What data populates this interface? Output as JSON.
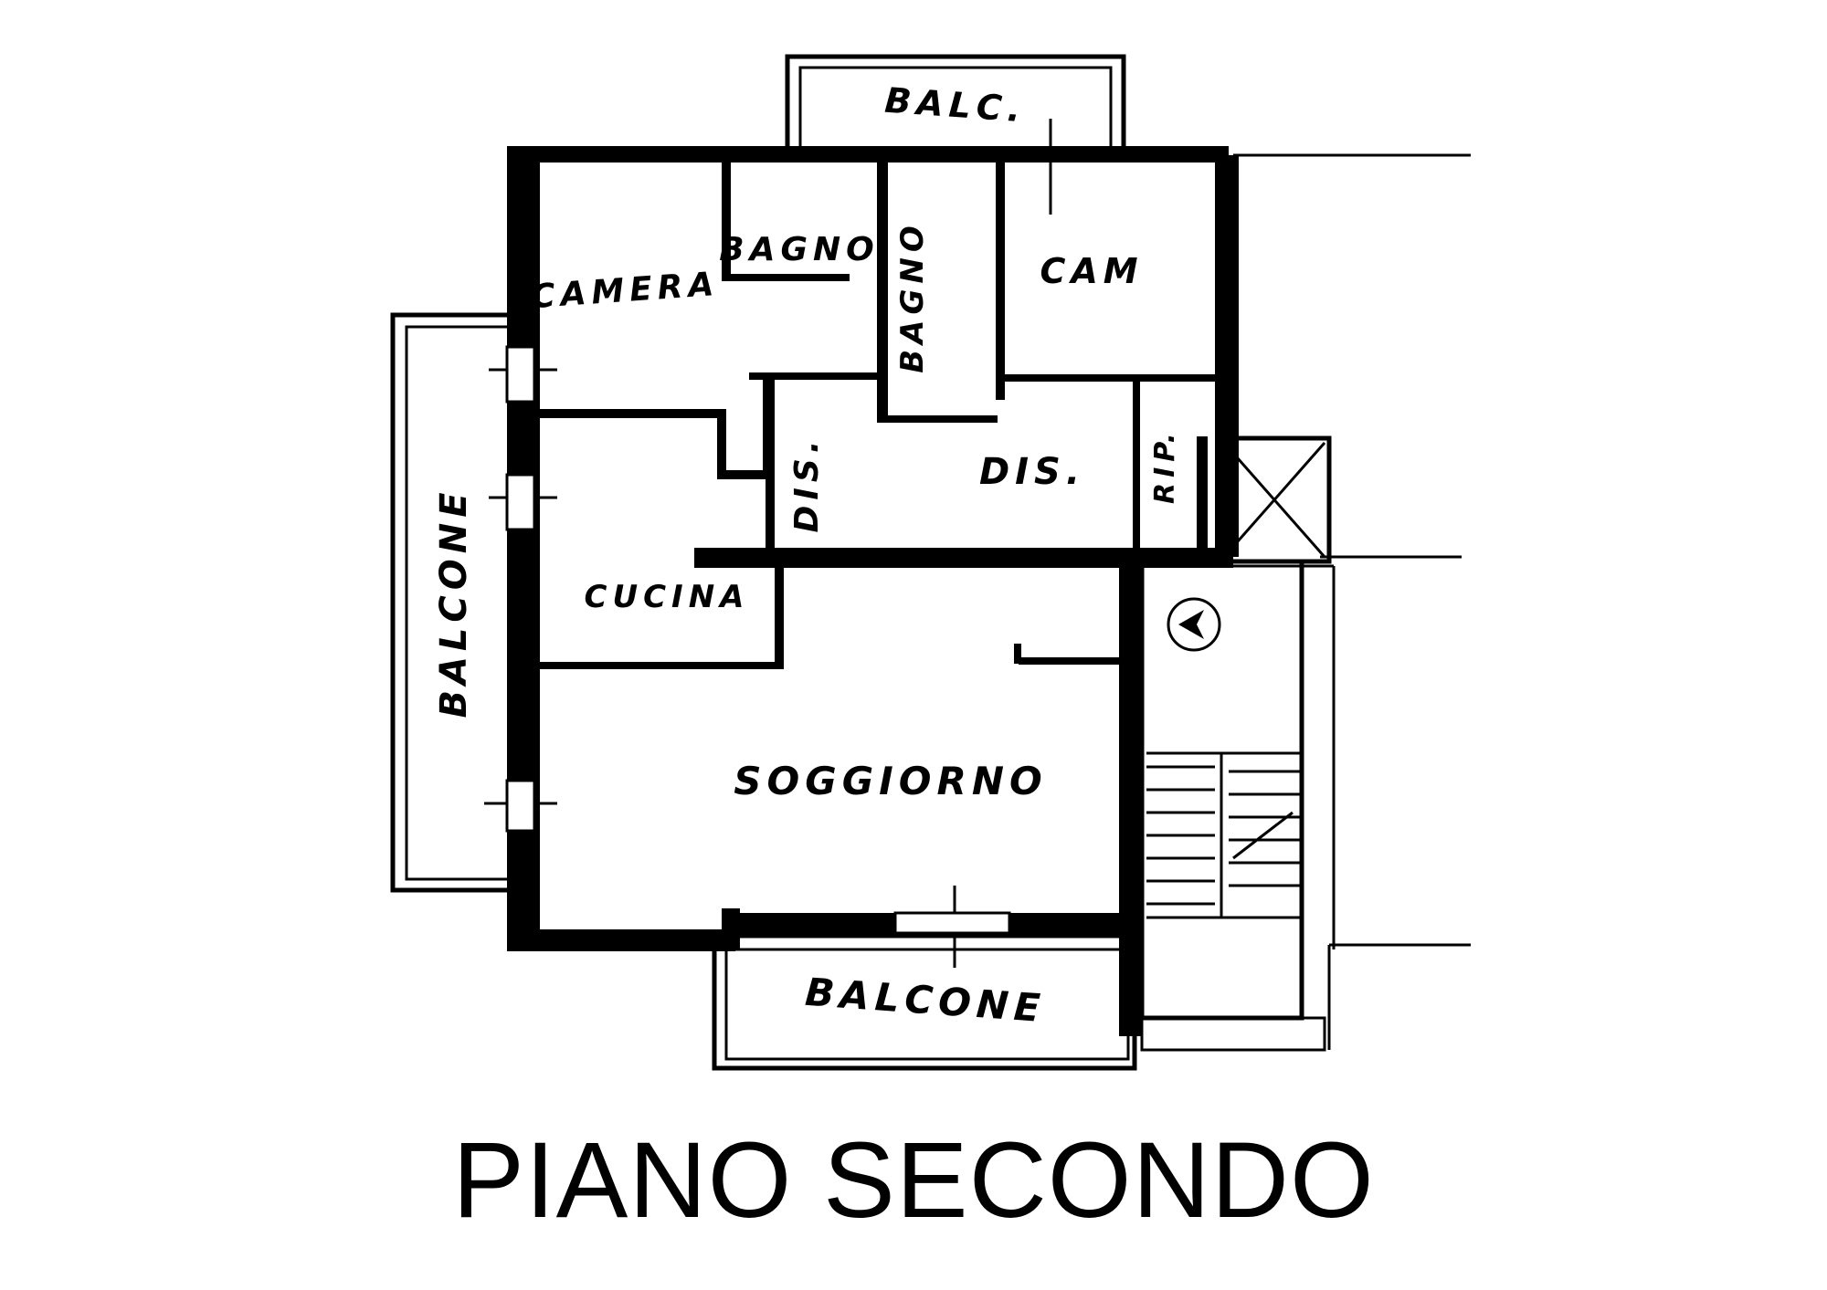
{
  "plan": {
    "title": "PIANO SECONDO",
    "rooms": {
      "balc_top": "BALC.",
      "camera_1": "CAMERA",
      "bagno_1": "BAGNO",
      "bagno_2": "BAGNO",
      "camera_2": "CAM",
      "balcone_left": "BALCONE",
      "dis_1": "DIS.",
      "dis_2": "DIS.",
      "rip": "RIP.",
      "cucina": "CUCINA",
      "soggiorno": "SOGGIORNO",
      "balcone_bottom": "BALCONE"
    },
    "compass": "north-arrow-icon"
  }
}
